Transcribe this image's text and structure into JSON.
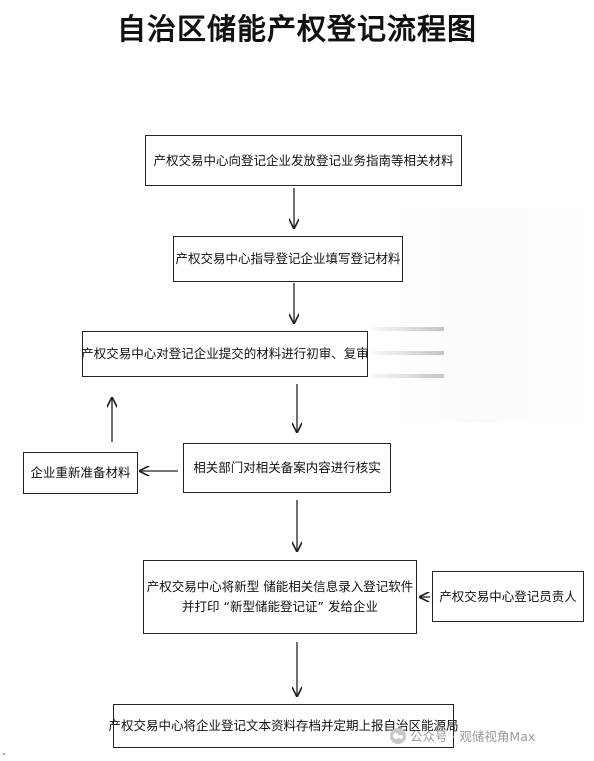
{
  "title": "自治区储能产权登记流程图",
  "steps": {
    "step1": "产权交易中心向登记企业发放登记业务指南等相关材料",
    "step2": "产权交易中心指导登记企业填写登记材料",
    "step3": "产权交易中心对登记企业提交的材料进行初审、复审",
    "step4": "相关部门对相关备案内容进行核实",
    "side_left": "企业重新准备材料",
    "step5_line1": "产权交易中心将新型  储能相关信息录入登记软件",
    "step5_line2": "并打印 “新型储能登记证” 发给企业",
    "side_right": "产权交易中心登记员责人",
    "step6": "产权交易中心将企业登记文本资料存档并定期上报自治区能源局"
  },
  "watermark": {
    "text": "公众号 · 观储视角Max",
    "icon": "wechat-icon"
  },
  "corner_mark": "\""
}
